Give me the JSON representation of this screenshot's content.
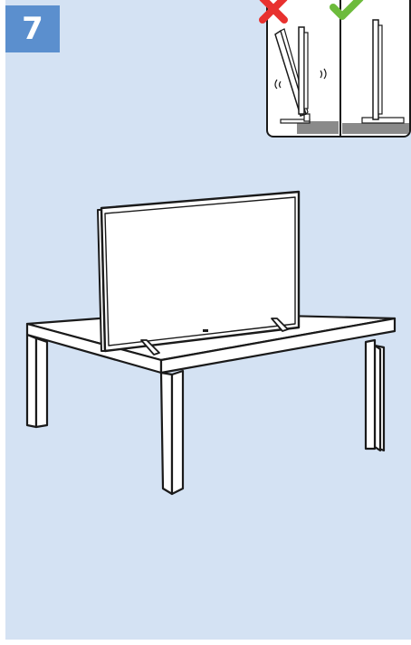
{
  "step": {
    "number": "7"
  },
  "colors": {
    "panel_bg": "#d4e2f3",
    "badge_bg": "#5b8fce",
    "wrong_mark": "#e8312f",
    "right_mark": "#6dbb3c",
    "line": "#1a1a1a",
    "surface": "#8a8a8a"
  },
  "icons": {
    "wrong": "cross-mark",
    "right": "check-mark"
  }
}
